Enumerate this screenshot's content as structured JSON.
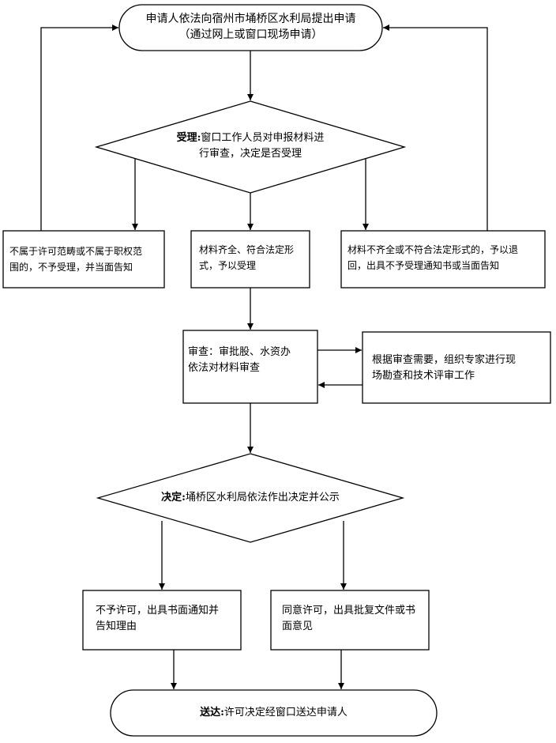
{
  "start": {
    "line1": "申请人依法向宿州市埇桥区水利局提出申请",
    "line2": "（通过网上或窗口现场申请）"
  },
  "accept_decision": {
    "label": "受理:",
    "line1": "窗口工作人员对申报材料进",
    "line2": "行审查，决定是否受理"
  },
  "out_of_scope": {
    "line1": "不属于许可范畴或不属于职权范",
    "line2": "围的，不予受理，并当面告知"
  },
  "accepted": {
    "line1": "材料齐全、符合法定形",
    "line2": "式，予以受理"
  },
  "returned": {
    "line1": "材料不齐全或不符合法定形式的，予以退",
    "line2": "回，出具不予受理通知书或当面告知"
  },
  "review": {
    "line1": "审查：审批股、水资办",
    "line2": "依法对材料审查"
  },
  "expert": {
    "line1": "根据审查需要，组织专家进行现",
    "line2": "场勘查和技术评审工作"
  },
  "final_decision": {
    "label": "决定:",
    "text": "埇桥区水利局依法作出决定并公示"
  },
  "denied": {
    "line1": "不予许可，出具书面通知并",
    "line2": "告知理由"
  },
  "approved": {
    "line1": "同意许可，出具批复文件或书",
    "line2": "面意见"
  },
  "delivery": {
    "label": "送达:",
    "text": "许可决定经窗口送达申请人"
  }
}
